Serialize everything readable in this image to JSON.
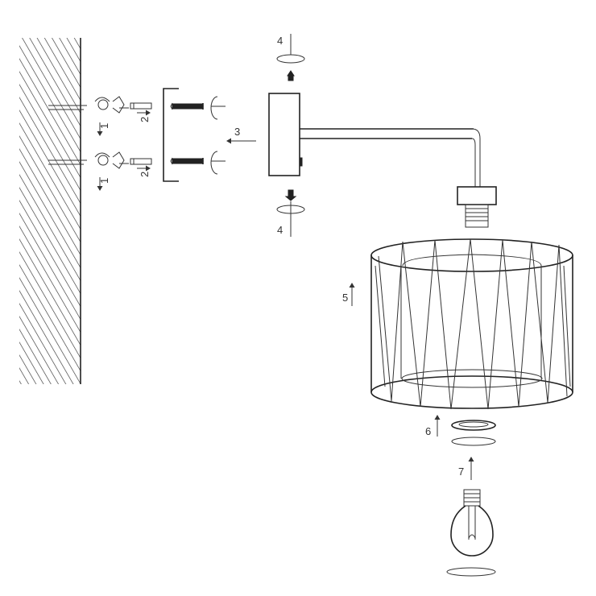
{
  "steps": {
    "step1a": "1",
    "step1b": "1",
    "step2a": "2",
    "step2b": "2",
    "step3": "3",
    "step4_top": "4",
    "step4_bottom": "4",
    "step5": "5",
    "step6": "6",
    "step7": "7"
  },
  "icons": [
    "wall",
    "drill",
    "dowel",
    "screw",
    "mounting-bracket",
    "wall-arm-base",
    "socket",
    "cage-shade",
    "shade-ring",
    "light-bulb",
    "rotation-arrow"
  ]
}
